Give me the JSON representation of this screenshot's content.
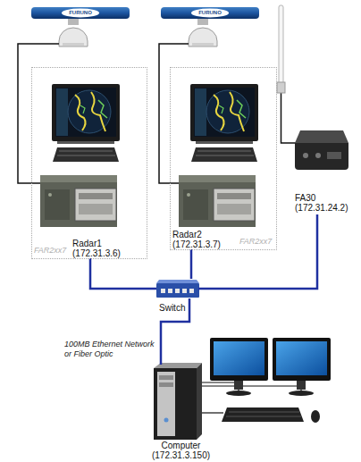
{
  "diagram": {
    "nodes": [
      {
        "text": [
          "FAR2xx7"
        ]
      },
      {
        "text": [
          "Radar1 (172.31.3.6)"
        ],
        "in": 0
      },
      {
        "text": [
          "FAR2xx7"
        ]
      },
      {
        "text": [
          "Radar2 (172.31.3.7)"
        ],
        "in": 2
      },
      {
        "text": [
          "FA30 (172.31.24.2)"
        ]
      },
      {
        "text": [
          "Switch"
        ]
      },
      {
        "text": [
          "Computer (172.31.3.150)"
        ]
      }
    ],
    "edges": [
      {
        "from": 1,
        "to": 5,
        "arrow": "none"
      },
      {
        "from": 3,
        "to": 5,
        "arrow": "none"
      },
      {
        "from": 4,
        "to": 5,
        "arrow": "none"
      },
      {
        "from": 5,
        "to": 6,
        "label": "100MB Ethernet Network or Fiber Optic",
        "arrow": "none"
      }
    ],
    "labels": [
      "FURUNO",
      "FURUNO"
    ]
  }
}
